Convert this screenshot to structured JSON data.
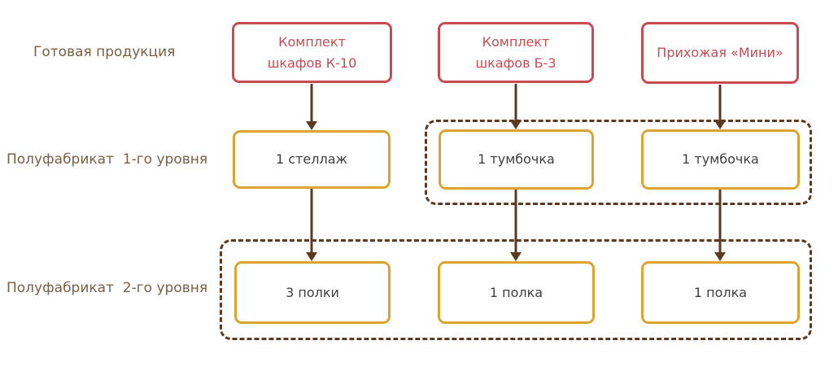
{
  "diagram": {
    "type": "bom-hierarchy",
    "row_labels": [
      "Готовая продукция",
      "Полуфабрикат  1-го уровня",
      "Полуфабрикат  2-го уровня"
    ],
    "finished_products": [
      {
        "name": "Комплект\nшкафов К-10"
      },
      {
        "name": "Комплект\nшкафов Б-3"
      },
      {
        "name": "Прихожая «Мини»"
      }
    ],
    "level1_components": [
      {
        "name": "1 стеллаж"
      },
      {
        "name": "1 тумбочка"
      },
      {
        "name": "1 тумбочка"
      }
    ],
    "level2_components": [
      {
        "name": "3 полки"
      },
      {
        "name": "1 полка"
      },
      {
        "name": "1 полка"
      }
    ],
    "colors": {
      "product_border": "#c94b52",
      "product_text": "#c94b52",
      "component_border": "#dca42f",
      "component_text": "#3f3f3f",
      "connector": "#5d3a1f",
      "group_border": "#5d3a1f",
      "row_label_text": "#7a5f43"
    }
  }
}
